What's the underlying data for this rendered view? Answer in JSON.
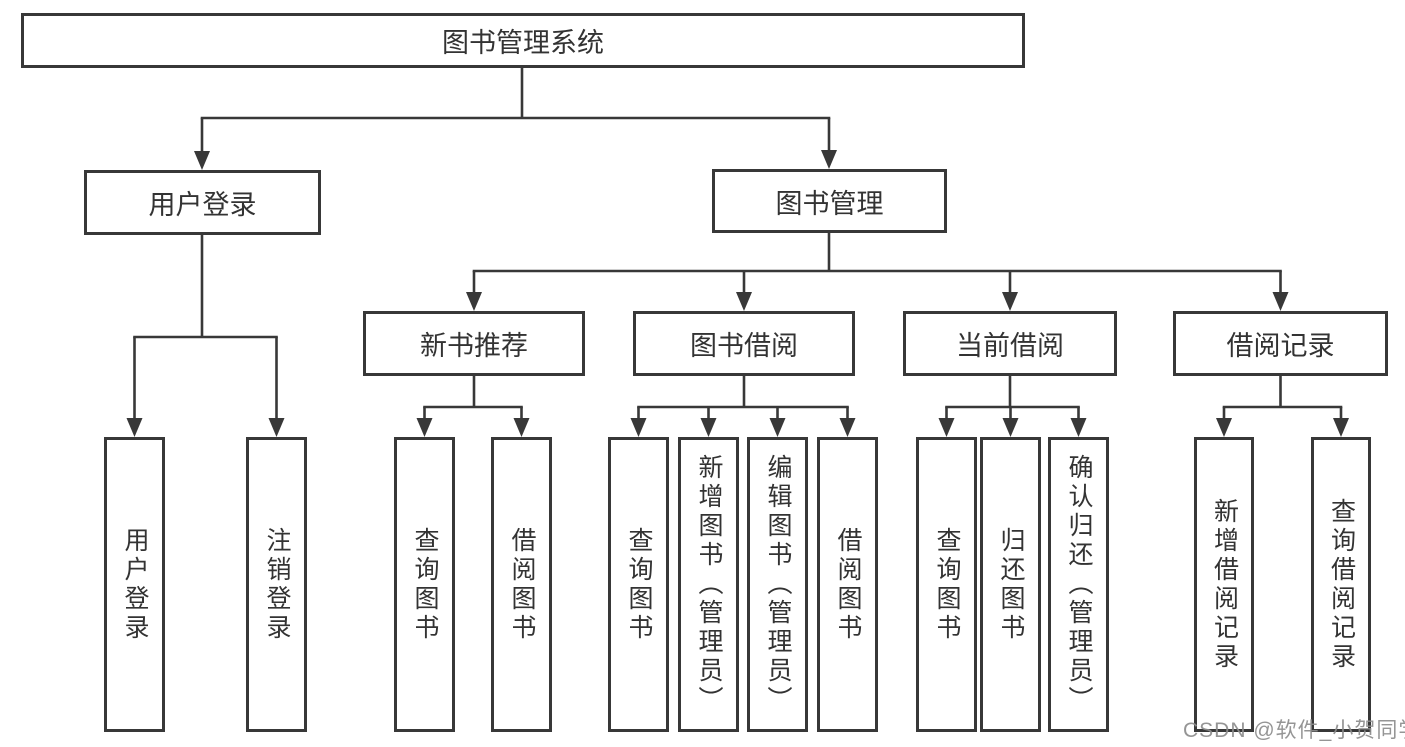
{
  "tree": {
    "root": "图书管理系统",
    "left": {
      "label": "用户登录",
      "leaves": [
        "用户登录",
        "注销登录"
      ]
    },
    "right": {
      "label": "图书管理",
      "branches": [
        {
          "label": "新书推荐",
          "leaves": [
            "查询图书",
            "借阅图书"
          ]
        },
        {
          "label": "图书借阅",
          "leaves": [
            "查询图书",
            "新增图书（管理员）",
            "编辑图书（管理员）",
            "借阅图书"
          ]
        },
        {
          "label": "当前借阅",
          "leaves": [
            "查询图书",
            "归还图书",
            "确认归还（管理员）"
          ]
        },
        {
          "label": "借阅记录",
          "leaves": [
            "新增借阅记录",
            "查询借阅记录"
          ]
        }
      ]
    }
  },
  "watermark": "CSDN @软件_小贺同学",
  "colors": {
    "line": "#383838",
    "box_border": "#383838",
    "text": "#333333",
    "background": "#ffffff",
    "watermark": "#8c8c8c"
  }
}
